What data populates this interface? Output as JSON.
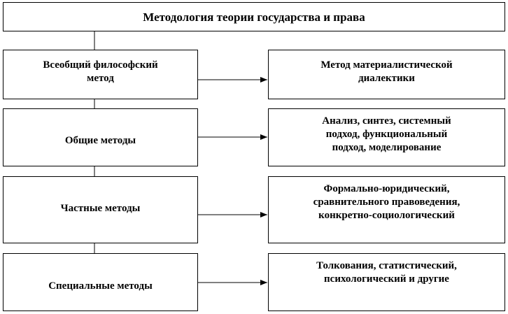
{
  "title": "Методология теории государства и права",
  "rows": [
    {
      "left": "Всеобщий философский\nметод",
      "right": "Метод материалистической\nдиалектики"
    },
    {
      "left": "Общие методы",
      "right": "Анализ, синтез, системный\nподход, функциональный\nподход, моделирование"
    },
    {
      "left": "Частные методы",
      "right": "Формально-юридический,\nсравнительного правоведения,\nконкретно-социологический"
    },
    {
      "left": "Специальные методы",
      "right": "Толкования, статистический,\nпсихологический и другие"
    }
  ]
}
